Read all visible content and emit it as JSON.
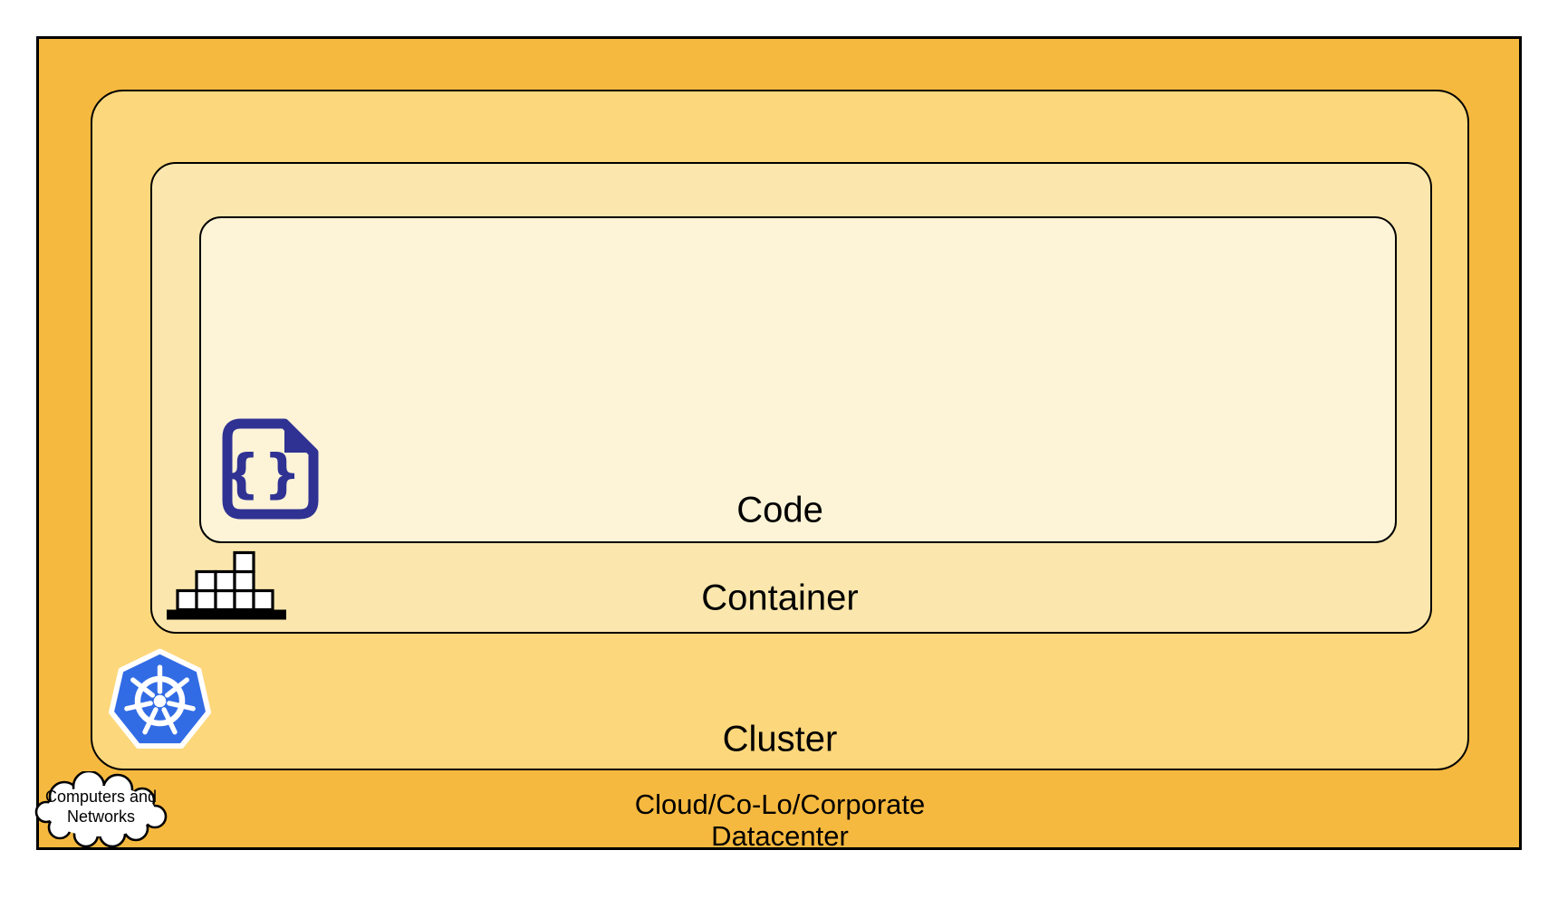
{
  "diagram": {
    "layers": {
      "code": {
        "label": "Code",
        "fill": "#FDF3D7"
      },
      "container": {
        "label": "Container",
        "fill": "#FBE7AD"
      },
      "cluster": {
        "label": "Cluster",
        "fill": "#FCD77C"
      },
      "datacenter": {
        "label_line1": "Cloud/Co-Lo/Corporate",
        "label_line2": "Datacenter",
        "fill": "#F6B93F"
      }
    },
    "cloud_callout": {
      "line1": "Computers and",
      "line2": "Networks"
    },
    "icons": {
      "code": {
        "name": "code-file-icon",
        "glyph": "{}",
        "color": "#2F3293"
      },
      "container": {
        "name": "container-stack-icon",
        "color": "#000000"
      },
      "cluster": {
        "name": "kubernetes-icon",
        "color": "#326CE5"
      },
      "datacenter": {
        "name": "cloud-icon",
        "color": "#FFFFFF"
      }
    },
    "border_color": "#000000"
  }
}
